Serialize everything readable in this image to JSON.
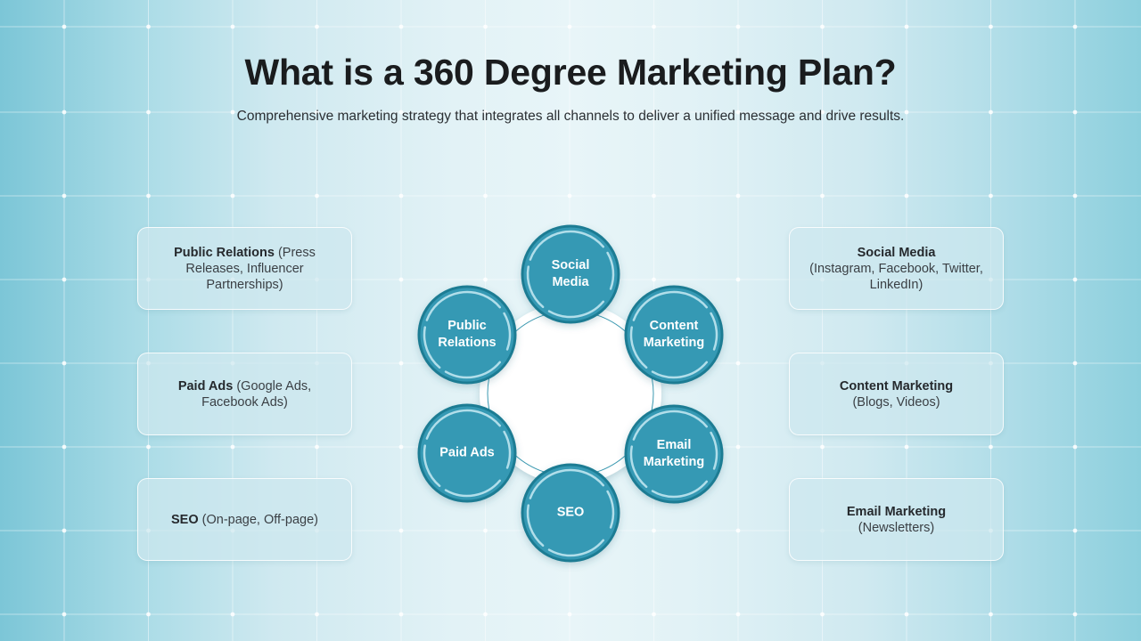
{
  "header": {
    "title": "What is a 360 Degree Marketing Plan?",
    "subtitle": "Comprehensive marketing strategy that integrates all channels to deliver a unified message and drive results."
  },
  "colors": {
    "node_fill": "#3599b4",
    "node_border": "#1f7b93",
    "node_inner_ring": "#bfe6ef",
    "center_fill": "#ffffff",
    "center_ring": "#3a98b0",
    "title_text": "#1a1c1e",
    "card_fill": "#d3ebf1"
  },
  "left_cards": [
    {
      "bold": "Public Relations",
      "detail": " (Press Releases, Influencer Partnerships)"
    },
    {
      "bold": "Paid Ads",
      "detail": " (Google Ads, Facebook Ads)"
    },
    {
      "bold": "SEO",
      "detail": " (On-page, Off-page)"
    }
  ],
  "right_cards": [
    {
      "bold": "Social Media",
      "detail": "(Instagram, Facebook, Twitter, LinkedIn)"
    },
    {
      "bold": "Content Marketing",
      "detail": "(Blogs, Videos)"
    },
    {
      "bold": "Email Marketing",
      "detail": "(Newsletters)"
    }
  ],
  "nodes": [
    {
      "line1": "Social",
      "line2": "Media"
    },
    {
      "line1": "Content",
      "line2": "Marketing"
    },
    {
      "line1": "Email",
      "line2": "Marketing"
    },
    {
      "line1": "SEO",
      "line2": ""
    },
    {
      "line1": "Paid Ads",
      "line2": ""
    },
    {
      "line1": "Public",
      "line2": "Relations"
    }
  ]
}
